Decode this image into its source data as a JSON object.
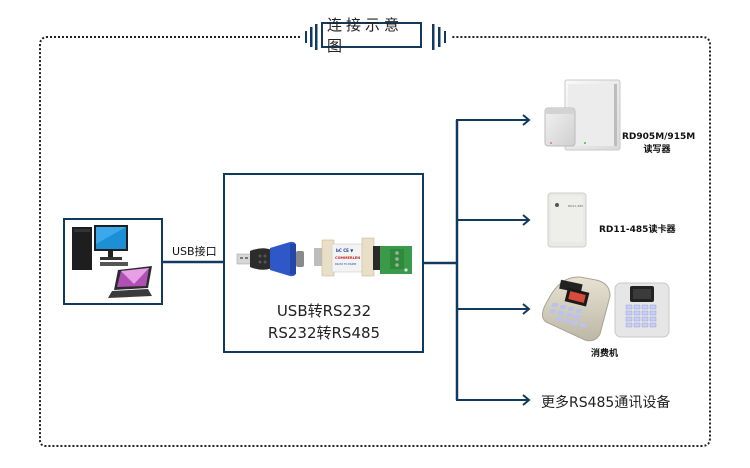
{
  "title": "连接示意图",
  "colors": {
    "line": "#123a5e",
    "dotted_border": "#222222",
    "text": "#222222"
  },
  "pc": {
    "name": "computer-and-laptop",
    "icon": "desktop-pc-laptop-icon"
  },
  "usb_label": "USB接口",
  "converter": {
    "line1": "USB转RS232",
    "line2": "RS232转RS485",
    "usb_adapter_icon": "usb-to-db9-adapter-icon",
    "rs485_adapter_icon": "rs232-to-rs485-converter-icon"
  },
  "devices": [
    {
      "label_line1": "RD905M/915M",
      "label_line2": "读写器",
      "icon": "uhf-reader-panel-icon"
    },
    {
      "label_line1": "RD11-485读卡器",
      "label_line2": "",
      "icon": "card-reader-icon"
    },
    {
      "label_line1": "消费机",
      "label_line2": "",
      "icon": "pos-terminal-icon"
    },
    {
      "label_line1": "更多RS485通讯设备",
      "label_line2": "",
      "icon": ""
    }
  ]
}
